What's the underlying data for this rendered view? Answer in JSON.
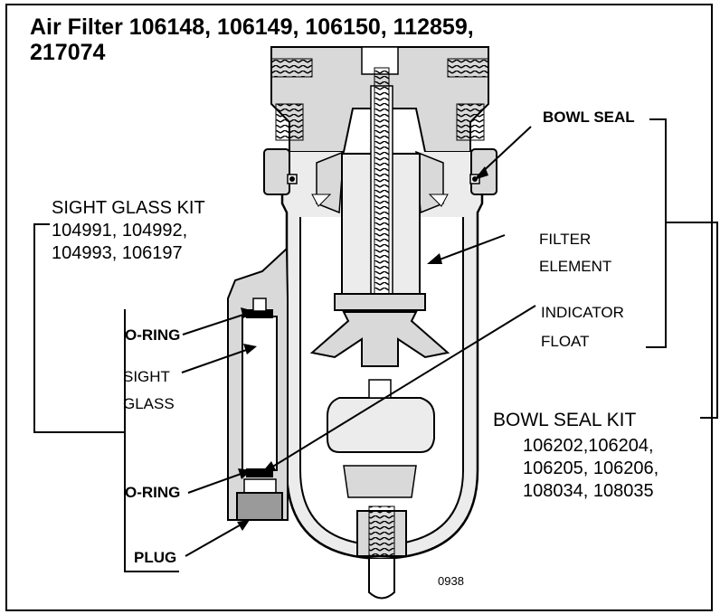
{
  "title_line1": "Air Filter 106148, 106149, 106150, 112859,",
  "title_line2": "217074",
  "labels": {
    "bowl_seal": "BOWL SEAL",
    "sight_glass_kit": [
      "SIGHT GLASS KIT",
      "104991, 104992,",
      "104993, 106197"
    ],
    "filter_element": [
      "FILTER",
      "ELEMENT"
    ],
    "indicator_float": [
      "INDICATOR",
      "FLOAT"
    ],
    "o_ring_top": "O-RING",
    "sight_glass": [
      "SIGHT",
      "GLASS"
    ],
    "o_ring_bottom": "O-RING",
    "plug": "PLUG",
    "bowl_seal_kit": [
      "BOWL SEAL KIT",
      "106202,106204,",
      "106205, 106206,",
      "108034, 108035"
    ],
    "figure_number": "0938"
  }
}
